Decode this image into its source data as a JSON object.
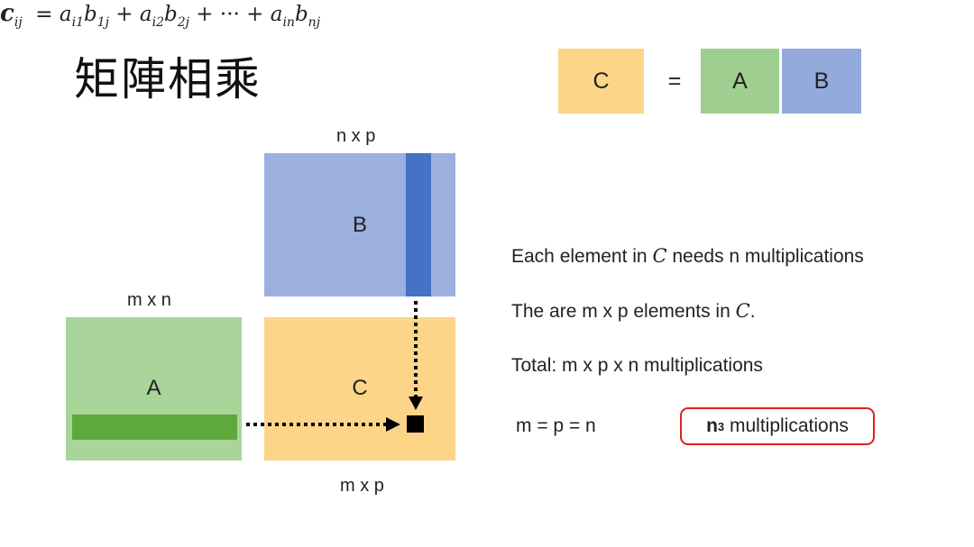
{
  "title": "矩陣相乘",
  "legend": {
    "c_label": "C",
    "equals": "=",
    "a_label": "A",
    "b_label": "B"
  },
  "matrices": {
    "b": {
      "label": "B",
      "dim": "n x p"
    },
    "a": {
      "label": "A",
      "dim": "m x n"
    },
    "c": {
      "label": "C",
      "dim": "m x p"
    }
  },
  "formula": {
    "lhs": "c",
    "lhs_sub": "ij",
    "eq": "=",
    "t1a": "a",
    "t1a_sub": "i1",
    "t1b": "b",
    "t1b_sub": "1j",
    "plus1": "+",
    "t2a": "a",
    "t2a_sub": "i2",
    "t2b": "b",
    "t2b_sub": "2j",
    "plus2": "+ ··· +",
    "t3a": "a",
    "t3a_sub": "in",
    "t3b": "b",
    "t3b_sub": "nj"
  },
  "lines": {
    "line1_pre": "Each element in ",
    "line1_c": "C",
    "line1_post": " needs n multiplications",
    "line2_pre": "The are m x p elements in ",
    "line2_c": "C",
    "line2_post": ".",
    "line3": "Total: m x p x n multiplications",
    "line4": "m = p = n"
  },
  "result": {
    "base": "n",
    "exp": "3",
    "text": " multiplications"
  },
  "colors": {
    "orange": "#fcd588",
    "green": "#a9d49a",
    "blue": "#9bb0df",
    "blue_highlight": "#4472c4",
    "green_highlight": "#5ea93b",
    "result_border": "#e02020"
  }
}
